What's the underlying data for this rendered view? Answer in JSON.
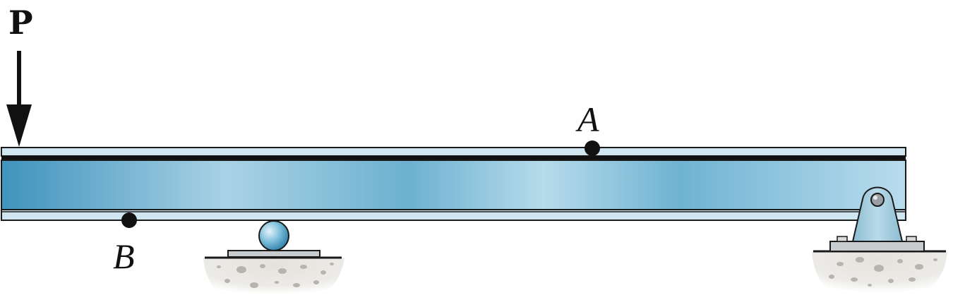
{
  "labels": {
    "load": "P",
    "point_a": "A",
    "point_b": "B"
  },
  "colors": {
    "beam_dark": "#4f9cc2",
    "beam_light": "#b3d9ea",
    "flange": "#cfe6f0",
    "outline": "#1a1a1a",
    "support_metal": "#9fc6d8",
    "ground": "#e9e8e3",
    "ground_speckle": "#b8b6ae"
  }
}
